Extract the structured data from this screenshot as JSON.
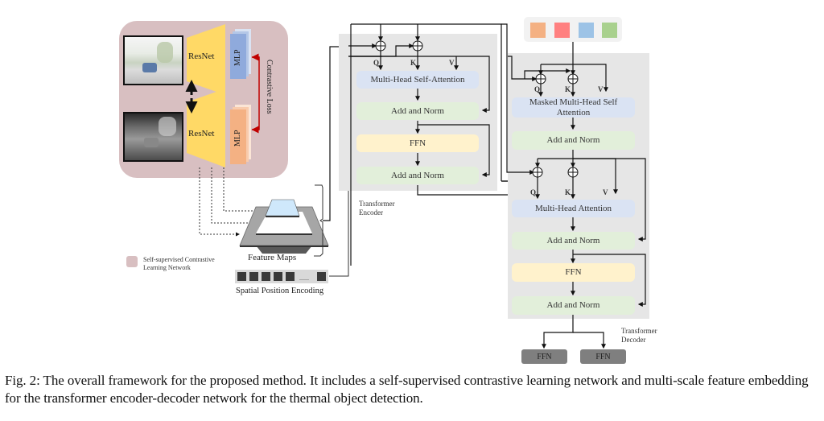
{
  "ssl_network": {
    "backbone_top_label": "ResNet",
    "backbone_bottom_label": "ResNet",
    "mlp_top_label": "MLP",
    "mlp_bottom_label": "MLP",
    "loss_label": "Contrastive Loss",
    "image_top": "RGB street scene with car",
    "image_bottom": "Thermal street scene with car",
    "bg_color": "#d8bfc1"
  },
  "legend": {
    "swatch_color": "#d8bfc1",
    "line1": "Self-supervised Contrastive",
    "line2": "Learning Network"
  },
  "feature_maps": {
    "label": "Feature Maps"
  },
  "position_encoding": {
    "label": "Spatial Position Encoding",
    "ellipsis": "......"
  },
  "encoder": {
    "label_line1": "Transformer",
    "label_line2": "Encoder",
    "q": "Q",
    "k": "K",
    "v": "V",
    "blocks": [
      "Multi-Head Self-Attention",
      "Add and Norm",
      "FFN",
      "Add and Norm"
    ]
  },
  "decoder": {
    "label_line1": "Transformer",
    "label_line2": "Decoder",
    "query_colors": [
      "#f4b183",
      "#ff8080",
      "#9dc3e6",
      "#a9d18e"
    ],
    "masked": {
      "q": "Q",
      "k": "K",
      "v": "V",
      "line1": "Masked Multi-Head Self",
      "line2": "Attention"
    },
    "cross": {
      "q": "Q",
      "k": "K",
      "v": "V",
      "label": "Multi-Head Attention"
    },
    "blocks": [
      "Add and Norm",
      "Add and Norm",
      "FFN",
      "Add and Norm"
    ]
  },
  "heads": [
    "FFN",
    "FFN"
  ],
  "caption": "Fig. 2: The overall framework for the proposed method. It includes a self-supervised contrastive learning network and multi-scale feature embedding for the transformer encoder-decoder network for the thermal object detection."
}
